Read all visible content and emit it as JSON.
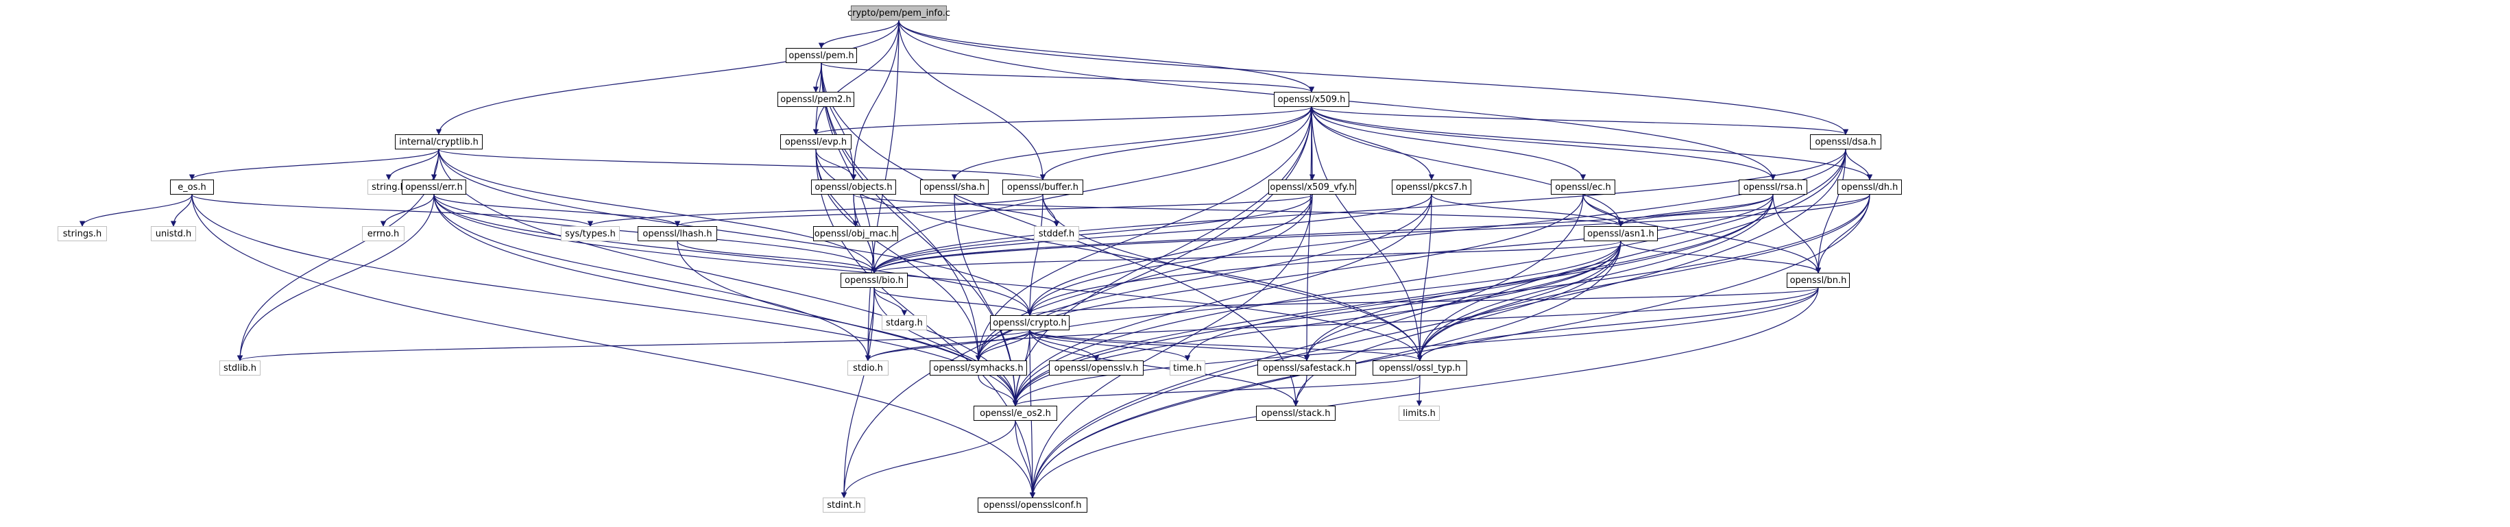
{
  "title": "crypto/pem/pem_info.c",
  "colors": {
    "edge": "#191970",
    "root_fill": "#bfbfbf",
    "node_border": "#000000",
    "external_border": "#bfbfbf"
  },
  "nodes": {
    "root": "crypto/pem/pem_info.c",
    "stdio": "stdio.h",
    "cryptlib": "internal/cryptlib.h",
    "buffer": "openssl/buffer.h",
    "objects": "openssl/objects.h",
    "evp": "openssl/evp.h",
    "rsa": "openssl/rsa.h",
    "dsa": "openssl/dsa.h",
    "x509": "openssl/x509.h",
    "pem": "openssl/pem.h",
    "stdlib": "stdlib.h",
    "string": "string.h",
    "e_os": "e_os.h",
    "crypto": "openssl/crypto.h",
    "bio": "openssl/bio.h",
    "err": "openssl/err.h",
    "e_os2": "openssl/e_os2.h",
    "opensslconf": "openssl/opensslconf.h",
    "stdint": "stdint.h",
    "stack": "openssl/stack.h",
    "safestack": "openssl/safestack.h",
    "opensslv": "openssl/opensslv.h",
    "ossl_typ": "openssl/ossl_typ.h",
    "limits": "limits.h",
    "symhacks": "openssl/symhacks.h",
    "stdarg": "stdarg.h",
    "errno": "errno.h",
    "lhash": "openssl/lhash.h",
    "unistd": "unistd.h",
    "sys_types": "sys/types.h",
    "strings": "strings.h",
    "time": "time.h",
    "stddef": "stddef.h",
    "obj_mac": "openssl/obj_mac.h",
    "asn1": "openssl/asn1.h",
    "bn": "openssl/bn.h",
    "sha": "openssl/sha.h",
    "ec": "openssl/ec.h",
    "dh": "openssl/dh.h",
    "pkcs7": "openssl/pkcs7.h",
    "x509_vfy": "openssl/x509_vfy.h",
    "pem2": "openssl/pem2.h"
  }
}
